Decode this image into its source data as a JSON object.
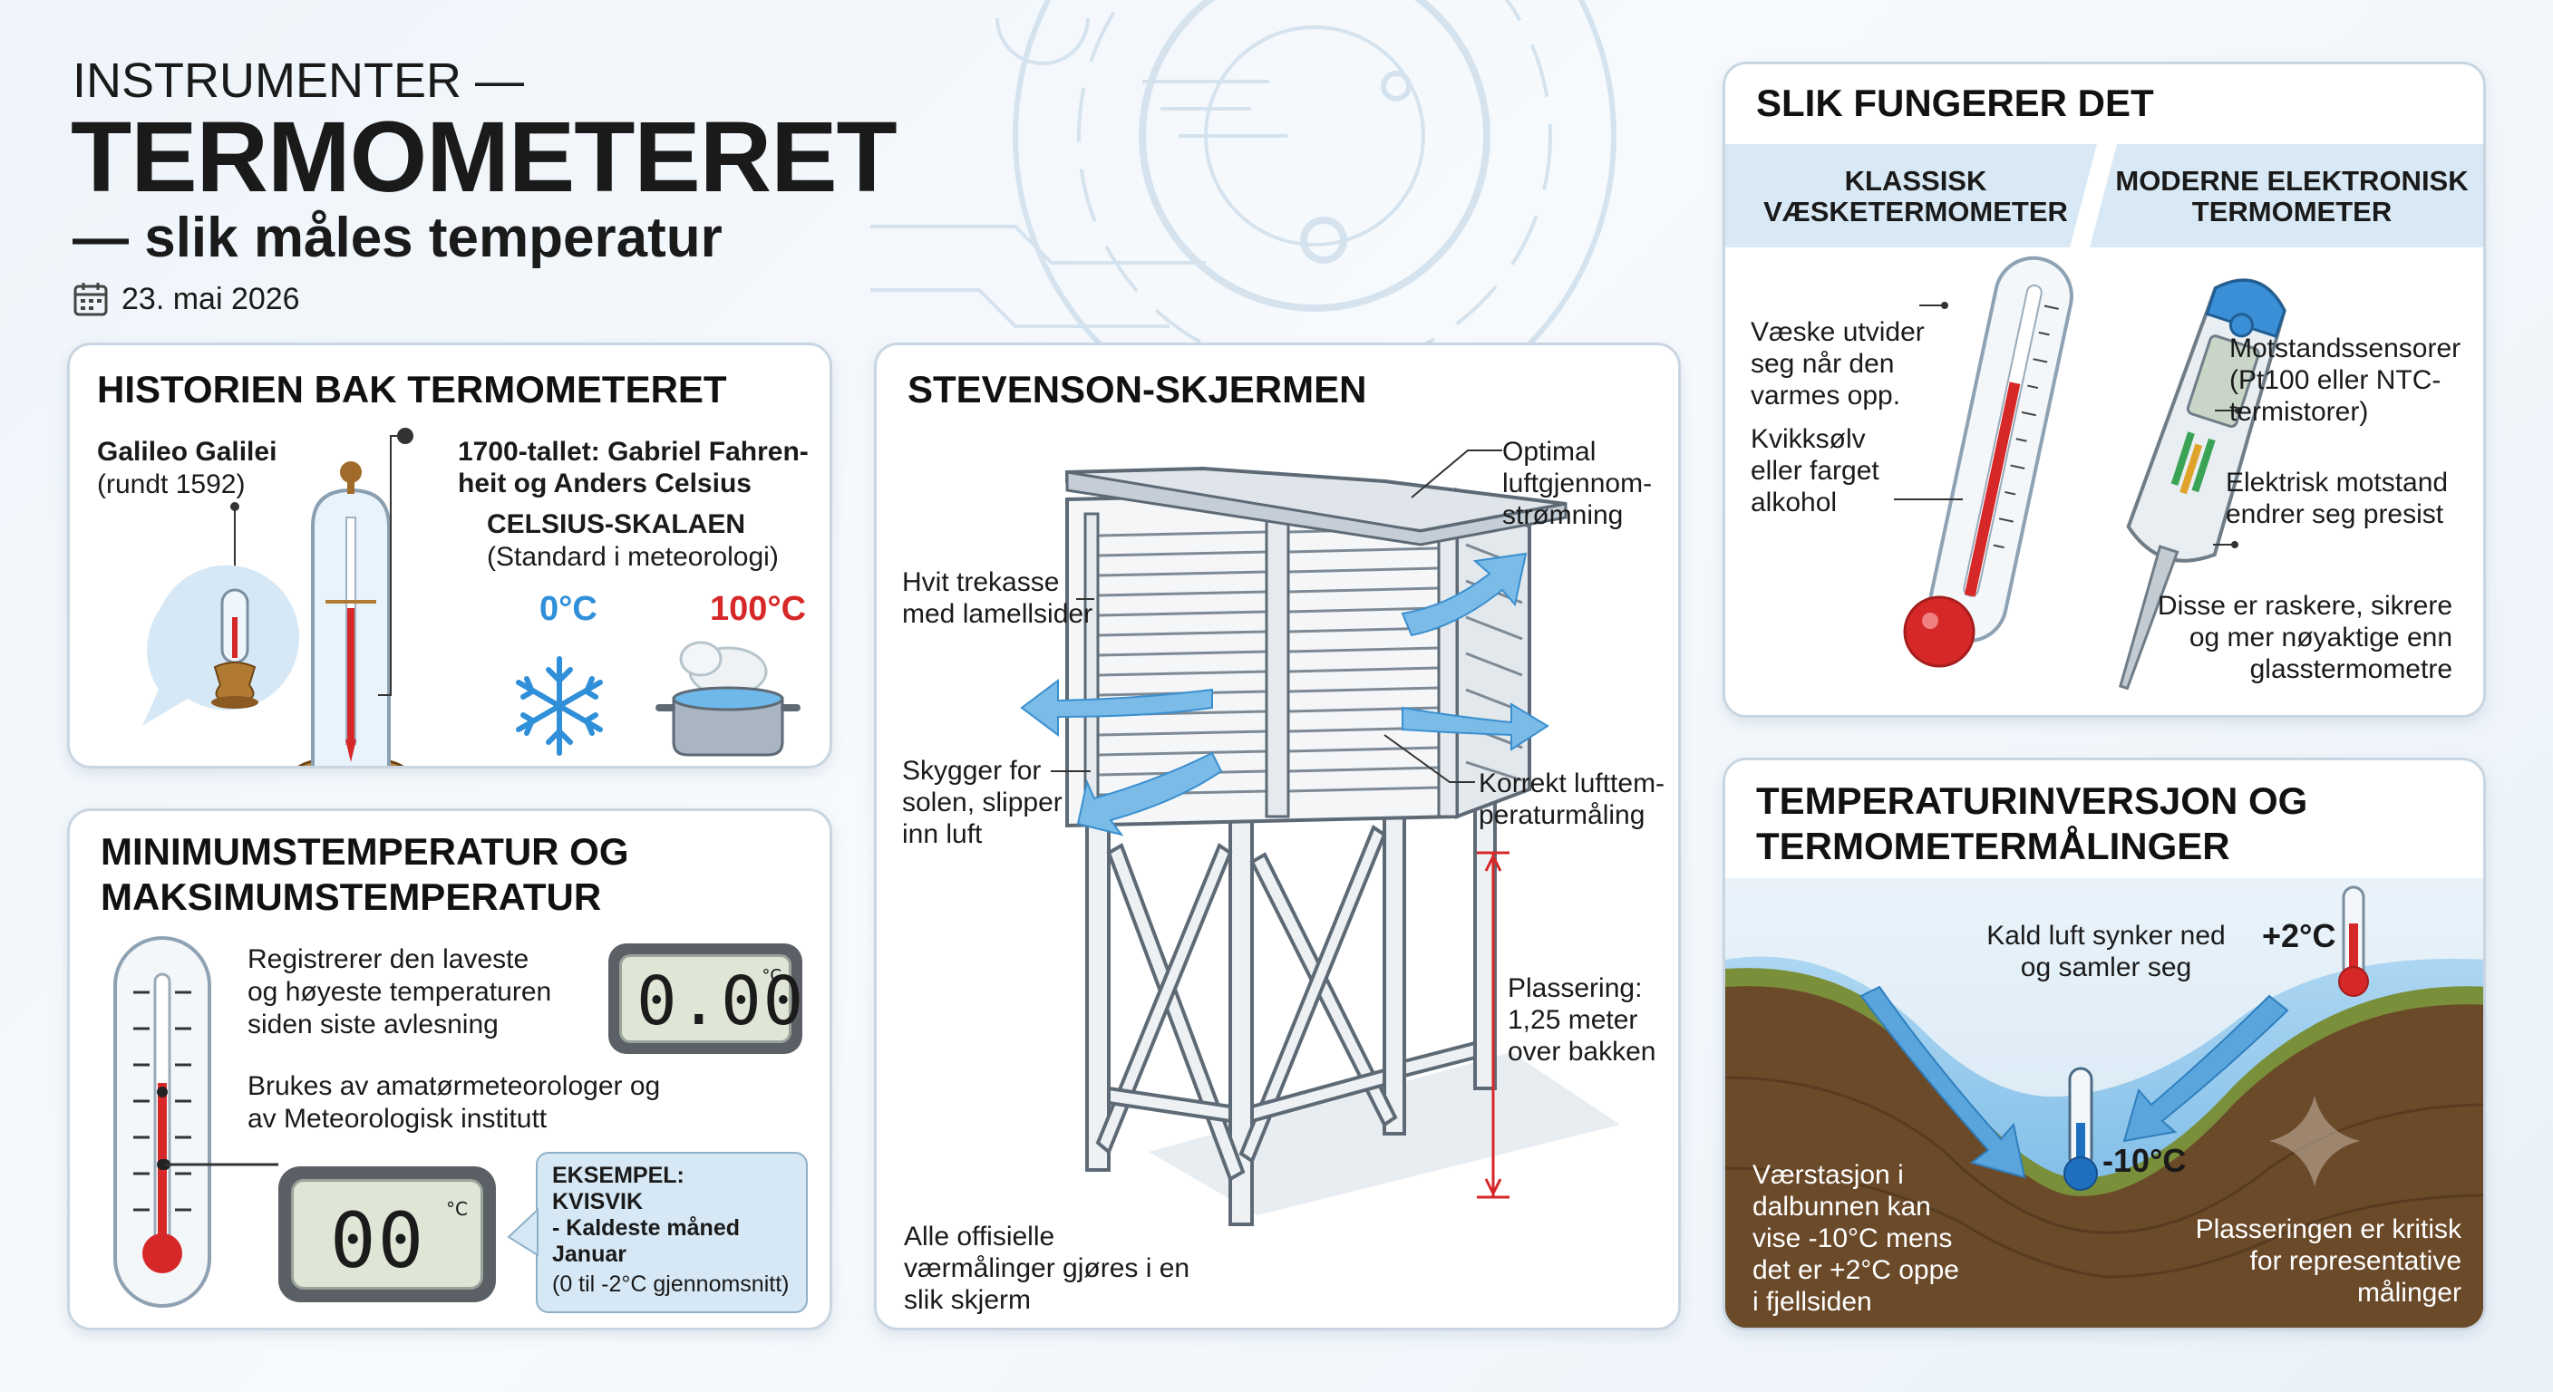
{
  "header": {
    "kicker": "INSTRUMENTER —",
    "title": "TERMOMETERET",
    "subtitle": "— slik måles temperatur",
    "date": "23. mai 2026"
  },
  "history": {
    "title": "HISTORIEN BAK TERMOMETERET",
    "galileo_name": "Galileo Galilei",
    "galileo_year": "(rundt 1592)",
    "era_text": "1700-tallet: Gabriel Fahren-\nheit og Anders Celsius",
    "scale_title": "CELSIUS-SKALAEN",
    "scale_sub": "(Standard i meteorologi)",
    "freeze_label": "0°C",
    "boil_label": "100°C"
  },
  "minmax": {
    "title": "MINIMUMSTEMPERATUR OG\nMAKSIMUMSTEMPERATUR",
    "desc1": "Registrerer den laveste\nog høyeste temperaturen\nsiden siste avlesning",
    "desc2": "Brukes av amatørmeteorologer og\nav Meteorologisk institutt",
    "lcd1_value": "0.00",
    "lcd1_unit": "°C",
    "lcd2_value": "00",
    "lcd2_unit": "°C",
    "example_title": "EKSEMPEL:\nKVISVIK",
    "example_text": "- Kaldeste måned\n  Januar",
    "example_note": "(0 til -2°C gjennomsnitt)"
  },
  "stevenson": {
    "title": "STEVENSON-SKJERMEN",
    "label_box": "Hvit trekasse\nmed lamellsider",
    "label_shade": "Skygger for\nsolen, slipper\ninn luft",
    "label_flow": "Optimal\nluftgjennom-\nstrømning",
    "label_correct": "Korrekt lufttem-\nperaturmåling",
    "label_height": "Plassering:\n1,25 meter\nover bakken",
    "label_official": "Alle offisielle\nværmålinger gjøres i en\nslik skjerm"
  },
  "how": {
    "title": "SLIK FUNGERER DET",
    "col1": "KLASSISK\nVÆSKETERMOMETER",
    "col2": "MODERNE ELEKTRONISK\nTERMOMETER",
    "liquid_expand": "Væske utvider\nseg når den\nvarmes opp.",
    "liquid_type": "Kvikksølv\neller farget\nalkohol",
    "sensor": "Motstandssensorer\n(Pt100 eller NTC-\ntermistorer)",
    "resistance": "Elektrisk motstand\nendrer seg presist",
    "advantages": "Disse er raskere, sikrere\nog mer nøyaktige enn\nglasstermometre"
  },
  "inversion": {
    "title": "TEMPERATURINVERSJON OG\nTERMOMETERMÅLINGER",
    "cold_air": "Kald luft synker ned\nog samler seg",
    "warm_temp": "+2°C",
    "cold_temp": "-10°C",
    "station": "Værstasjon i\ndalbunnen kan\nvise -10°C mens\ndet er +2°C oppe\ni fjellsiden",
    "critical": "Plasseringen er kritisk\nfor representative\nmålinger"
  },
  "colors": {
    "mercury_red": "#d62828",
    "ice_blue": "#2f8fd8",
    "panel_border": "#c9d6e2",
    "header_band": "#d8e8f4"
  }
}
